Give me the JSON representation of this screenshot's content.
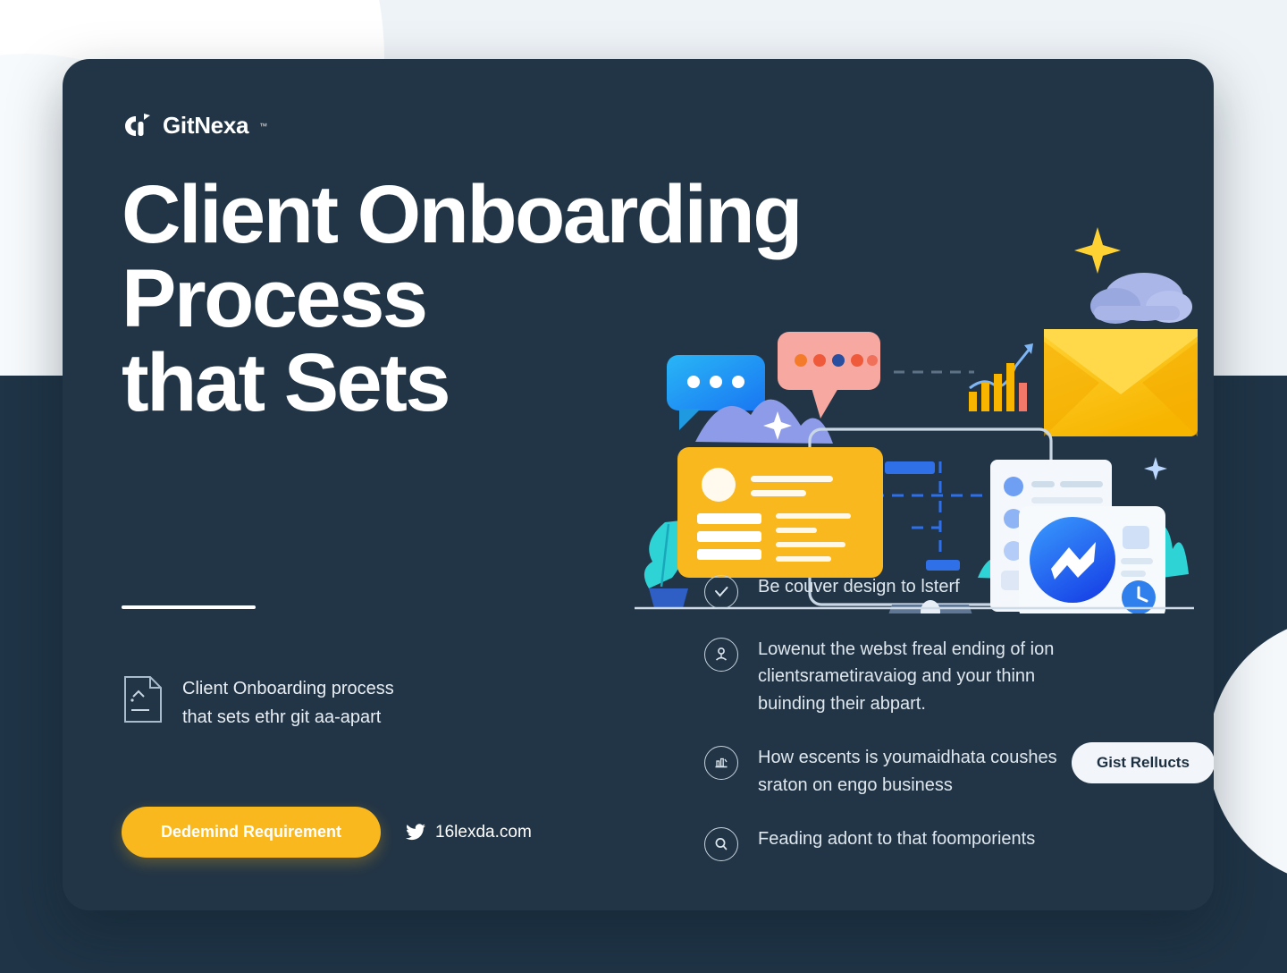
{
  "brand": {
    "name": "GitNexa",
    "trademark": "™",
    "logo_icon": "gitnexa-logo-mark",
    "accent_yellow": "#f9b81d",
    "card_bg": "#223546",
    "page_bg": "#eef3f7"
  },
  "headline": {
    "line1": "Client Onboarding",
    "line2": "Process",
    "line3": "that Sets"
  },
  "left_feature": {
    "icon": "document-icon",
    "line1": "Client Onboarding process",
    "line2": "that sets ethr git aa-apart"
  },
  "cta": {
    "button_label": "Dedemind Requirement",
    "twitter_icon": "twitter-bird-icon",
    "twitter_handle": "16lexda.com"
  },
  "bullets": [
    {
      "icon": "check-circle-icon",
      "text": "Be couver design to lsterf"
    },
    {
      "icon": "user-circle-icon",
      "text": "Lowenut the webst freal ending of ion clientsrametiravaiog and your thinn buinding their abpart."
    },
    {
      "icon": "chart-circle-icon",
      "text": "How escents is youmaidhata coushes sraton on engo business"
    },
    {
      "icon": "search-circle-icon",
      "text": "Feading adont to that foomporients"
    }
  ],
  "badge": {
    "label": "Gist Rellucts"
  },
  "illustration": {
    "monitor": "desktop-monitor",
    "id_card": "profile-id-card",
    "envelope": "mail-envelope",
    "cloud": "cloud-upload",
    "chat_bubble_blue": "chat-bubble-blue",
    "chat_bubble_pink": "chat-bubble-pink",
    "bar_chart": "growth-bar-chart",
    "documents": "document-stack",
    "messenger": "messenger-logo",
    "clock": "clock-icon",
    "sparkle_yellow": "sparkle-yellow",
    "sparkle_blue": "sparkle-blue",
    "plant_left": "plant-leaf-left",
    "plant_right": "plant-leaf-right"
  }
}
